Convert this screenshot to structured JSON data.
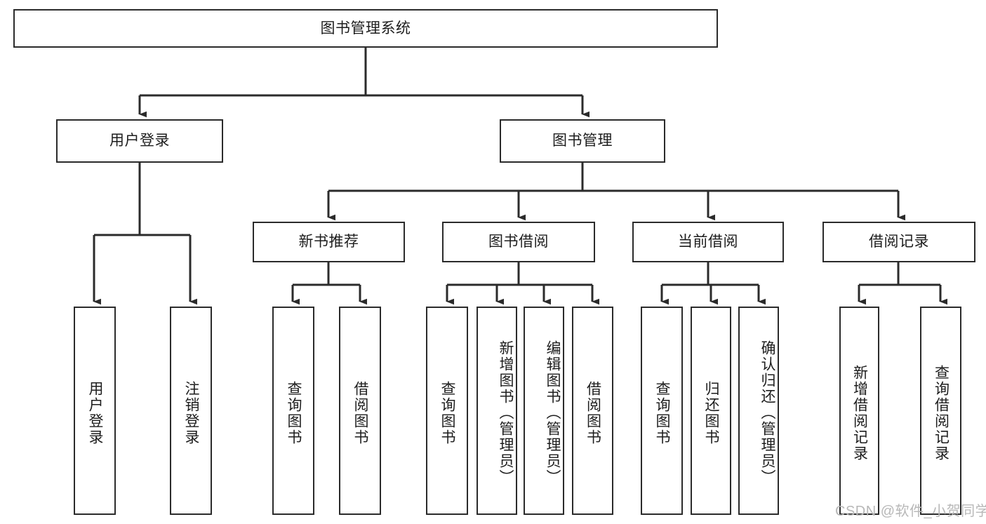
{
  "diagram": {
    "type": "tree",
    "title": "图书管理系统",
    "root": {
      "label": "图书管理系统"
    },
    "level2": [
      {
        "label": "用户登录"
      },
      {
        "label": "图书管理"
      }
    ],
    "level3": [
      {
        "label": "新书推荐"
      },
      {
        "label": "图书借阅"
      },
      {
        "label": "当前借阅"
      },
      {
        "label": "借阅记录"
      }
    ],
    "leaves": {
      "user_login": [
        {
          "label": "用户登录"
        },
        {
          "label": "注销登录"
        }
      ],
      "new_book": [
        {
          "label": "查询图书"
        },
        {
          "label": "借阅图书"
        }
      ],
      "book_borrow": [
        {
          "label": "查询图书"
        },
        {
          "label": "新增图书（管理员）"
        },
        {
          "label": "编辑图书（管理员）"
        },
        {
          "label": "借阅图书"
        }
      ],
      "current_borrow": [
        {
          "label": "查询图书"
        },
        {
          "label": "归还图书"
        },
        {
          "label": "确认归还（管理员）"
        }
      ],
      "borrow_record": [
        {
          "label": "新增借阅记录"
        },
        {
          "label": "查询借阅记录"
        }
      ]
    }
  },
  "watermark": {
    "text": "CSDN @软件_小贺同学"
  },
  "colors": {
    "stroke": "#2b2b2b",
    "fill": "#ffffff",
    "text": "#1d1d1d",
    "watermark": "#b8b8b8"
  }
}
